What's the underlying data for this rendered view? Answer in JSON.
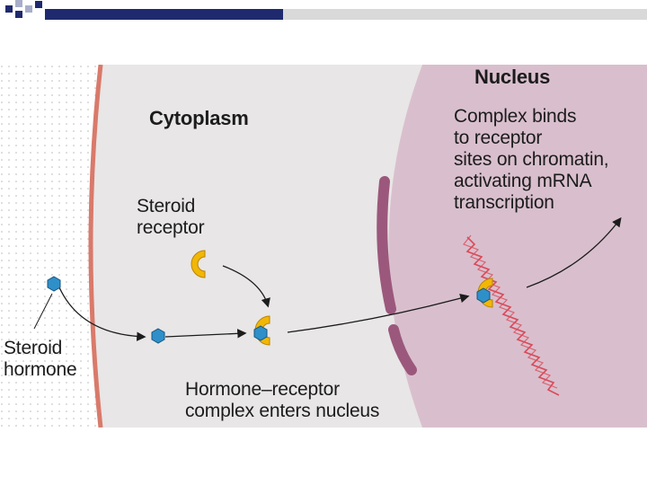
{
  "diagram": {
    "title_nucleus": "Nucleus",
    "title_cytoplasm": "Cytoplasm",
    "label_receptor": "Steroid\nreceptor",
    "label_hormone": "Steroid\nhormone",
    "label_complex": "Hormone–receptor\ncomplex enters nucleus",
    "label_binds": "Complex binds\nto receptor\nsites on chromatin,\nactivating mRNA\ntranscription"
  },
  "colors": {
    "slide_navy": "#1f2a6e",
    "slide_grey": "#d9d9d9",
    "cytoplasm": "#e8e6e6",
    "nucleus": "#d9bfcd",
    "membrane": "#d97a6b",
    "nuclear_envelope": "#9b587c",
    "receptor": "#f2b705",
    "hormone": "#2f8fc9",
    "mrna": "#d94a5a"
  }
}
